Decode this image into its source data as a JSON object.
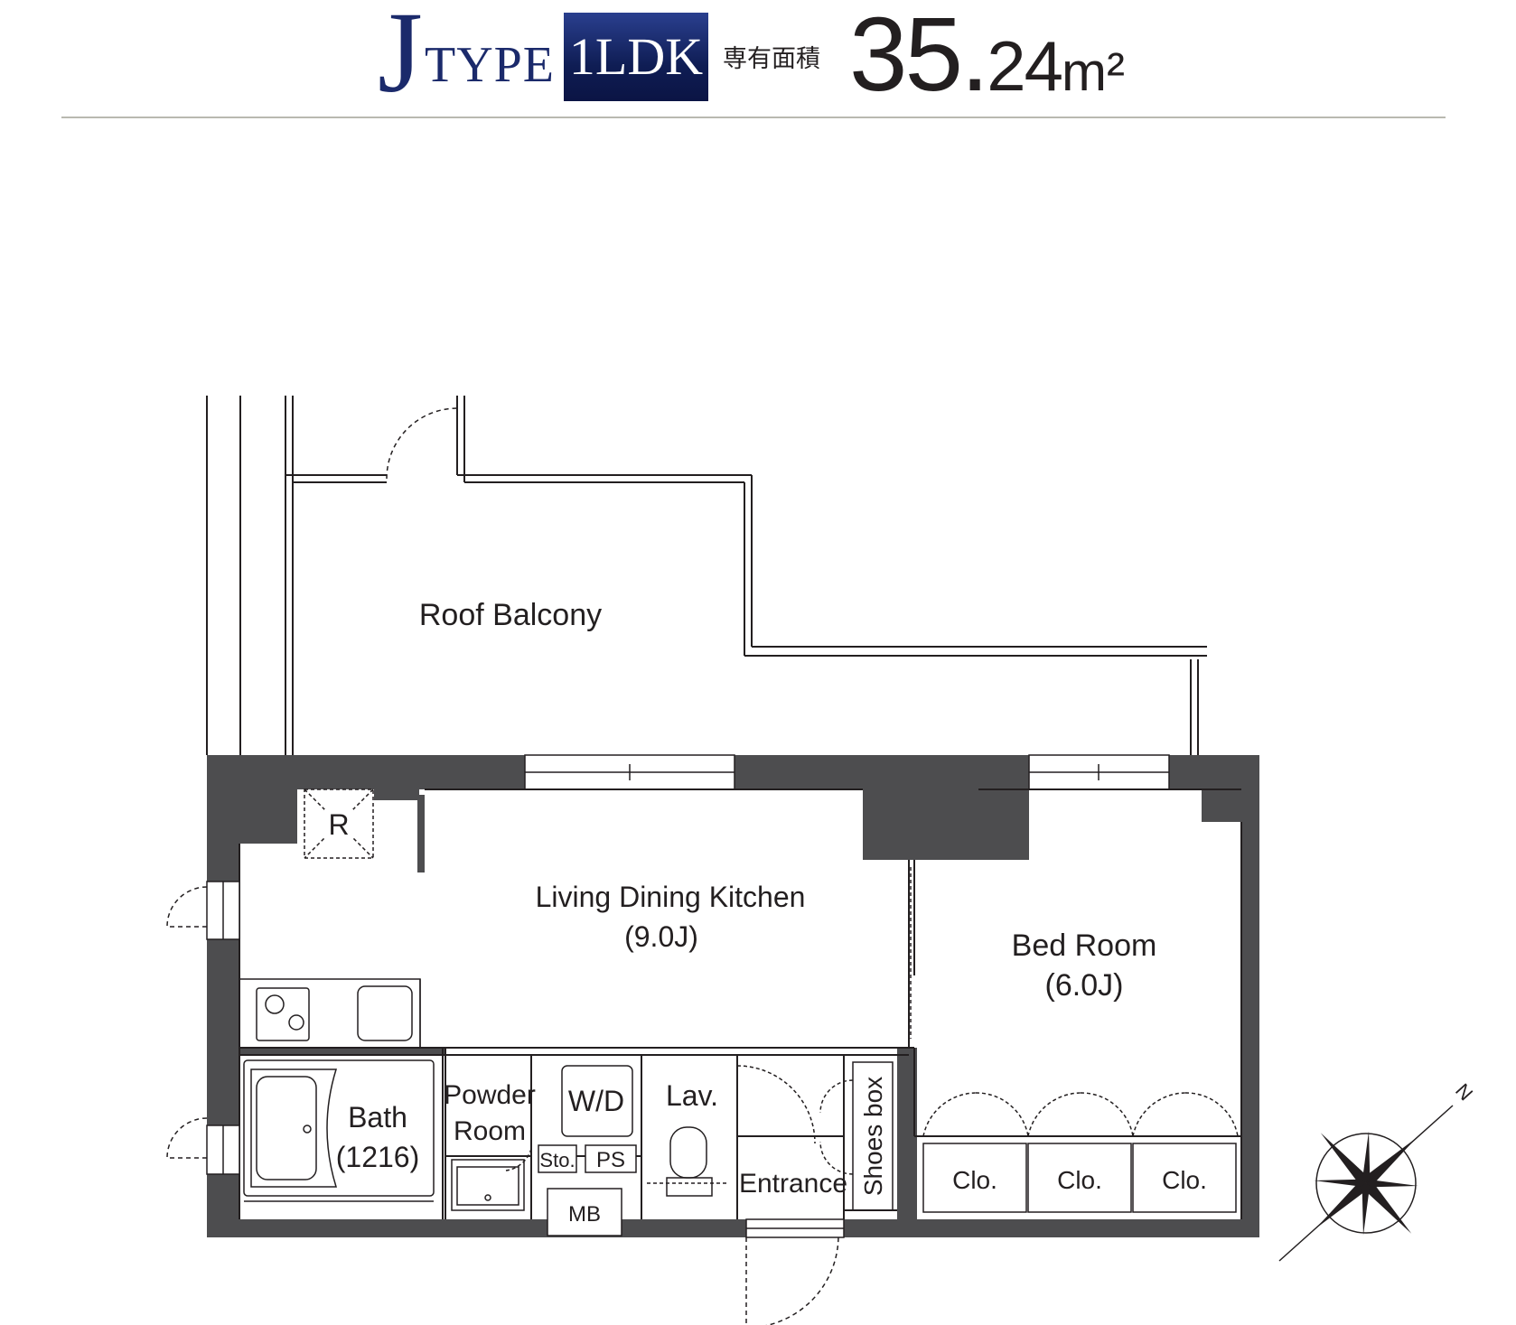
{
  "header": {
    "type_letter": "J",
    "type_word": "TYPE",
    "layout_badge": "1LDK",
    "area_label": "専有面積",
    "area_integer": "35.",
    "area_decimal": "24",
    "area_unit": "m²"
  },
  "rooms": {
    "roof_balcony": "Roof Balcony",
    "refrigerator": "R",
    "ldk_name": "Living Dining Kitchen",
    "ldk_size": "(9.0J)",
    "bed_name": "Bed Room",
    "bed_size": "(6.0J)",
    "bath_name": "Bath",
    "bath_size": "(1216)",
    "powder_line1": "Powder",
    "powder_line2": "Room",
    "washer_dryer": "W/D",
    "lavatory": "Lav.",
    "storage": "Sto.",
    "pipe_space": "PS",
    "meter_box": "MB",
    "entrance": "Entrance",
    "shoes_box": "Shoes box",
    "closet_1": "Clo.",
    "closet_2": "Clo.",
    "closet_3": "Clo."
  },
  "compass": {
    "north_label": "N"
  },
  "colors": {
    "wall": "#4d4d4f",
    "badge": "#0f1d54",
    "title_blue": "#1b2a6b",
    "line": "#231f20"
  }
}
